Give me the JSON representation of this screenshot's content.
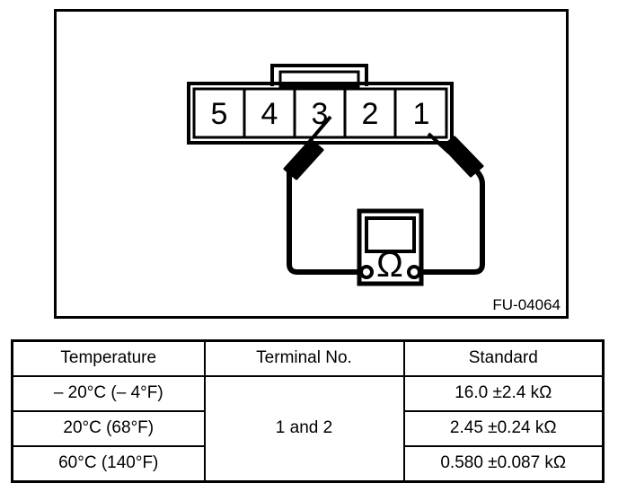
{
  "figure": {
    "label": "FU-04064",
    "connector": {
      "name": "5-pin connector",
      "terminals": [
        "5",
        "4",
        "3",
        "2",
        "1"
      ],
      "probed_terminals": [
        "2",
        "1"
      ]
    },
    "meter": {
      "name": "ohmmeter",
      "symbol": "Ω"
    },
    "colors": {
      "line": "#000000",
      "background": "#ffffff"
    }
  },
  "table": {
    "headers": [
      "Temperature",
      "Terminal No.",
      "Standard"
    ],
    "terminal_span_value": "1 and 2",
    "rows": [
      {
        "temperature": "– 20°C (– 4°F)",
        "standard": "16.0 ±2.4 kΩ"
      },
      {
        "temperature": "20°C (68°F)",
        "standard": "2.45 ±0.24 kΩ"
      },
      {
        "temperature": "60°C (140°F)",
        "standard": "0.580 ±0.087 kΩ"
      }
    ]
  }
}
